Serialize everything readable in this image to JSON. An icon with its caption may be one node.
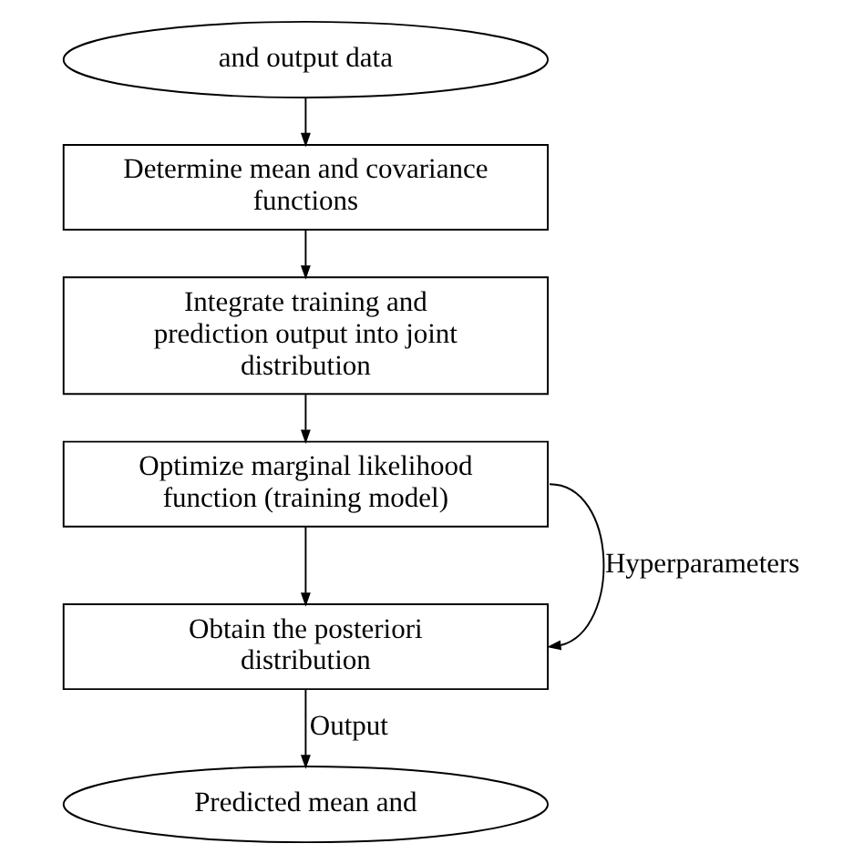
{
  "diagram": {
    "nodes": [
      {
        "text": [
          "and output data"
        ]
      },
      {
        "text": [
          "Determine mean and covariance functions"
        ]
      },
      {
        "text": [
          "Integrate training and prediction output into joint distribution"
        ]
      },
      {
        "text": [
          "Optimize marginal likelihood function (training model)"
        ]
      },
      {
        "text": [
          "Obtain the posteriori distribution"
        ]
      },
      {
        "text": [
          "Predicted mean and"
        ]
      }
    ],
    "edges": [
      {
        "from": 0,
        "to": 1,
        "arrow": "to"
      },
      {
        "from": 1,
        "to": 2,
        "arrow": "to"
      },
      {
        "from": 2,
        "to": 3,
        "arrow": "to"
      },
      {
        "from": 3,
        "to": 4,
        "arrow": "to"
      },
      {
        "from": 3,
        "to": 4,
        "arrow": "to",
        "label": "Hyperparameters"
      },
      {
        "from": 4,
        "to": 5,
        "arrow": "to",
        "label": "Output"
      }
    ]
  }
}
